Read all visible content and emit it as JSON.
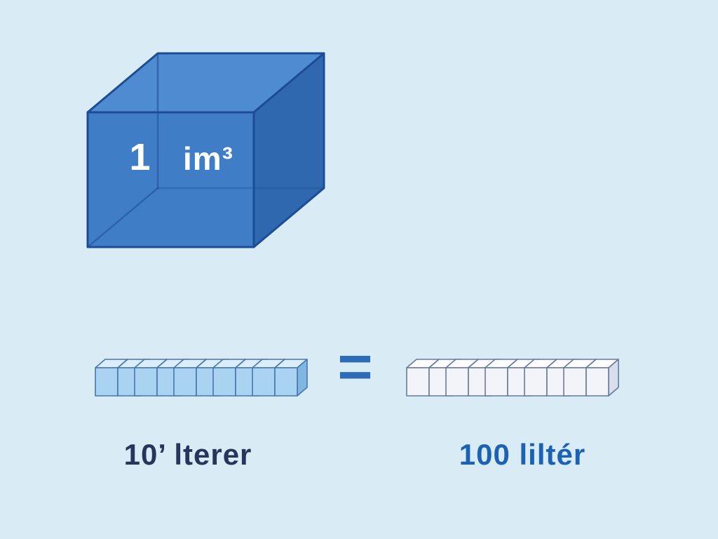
{
  "background": "#d9ebf5",
  "big_cube": {
    "value": "1",
    "unit": "im³",
    "label_color": "#ffffff",
    "front_color": "#3f7ec7",
    "top_color": "#4e8bd0",
    "side_color": "#3068b0",
    "edge_color": "#1c4c95"
  },
  "equals_sign": "=",
  "equals_color": "#2f6cb8",
  "left_group": {
    "label": "10’ lterer",
    "label_color": "#27355c",
    "cluster_count": 5,
    "cubes_per_cluster": 2,
    "front_color": "#a9d3f0",
    "top_color": "#ddeefb",
    "side_color": "#7fb6e2",
    "edge_color": "#4876ad"
  },
  "right_group": {
    "label": "100 liltér",
    "label_color": "#1b62b5",
    "cluster_count": 5,
    "cubes_per_cluster": 2,
    "front_color": "#f2f4fa",
    "top_color": "#fdfdff",
    "side_color": "#d8deeb",
    "edge_color": "#66799e"
  }
}
